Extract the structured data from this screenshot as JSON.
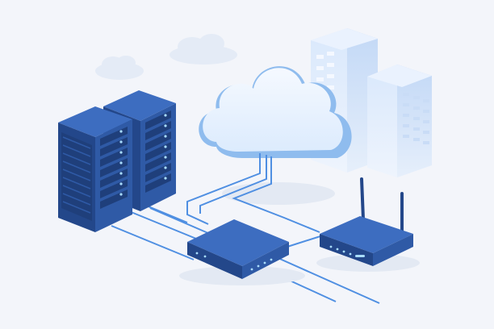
{
  "scene": {
    "objects": [
      "server-rack",
      "server-rack",
      "cloud-icon",
      "office-building",
      "office-building",
      "network-switch",
      "wifi-router",
      "network-cable"
    ]
  },
  "colors": {
    "background": "#f3f5fa",
    "server_dark": "#23478a",
    "server_mid": "#2f5aa6",
    "server_light": "#3d6dc0",
    "cloud_light": "#e9f2ff",
    "cloud_edge": "#8fbcee",
    "building": "#d6e6fb",
    "cable": "#4f8fe2",
    "led": "#a9ddff"
  }
}
